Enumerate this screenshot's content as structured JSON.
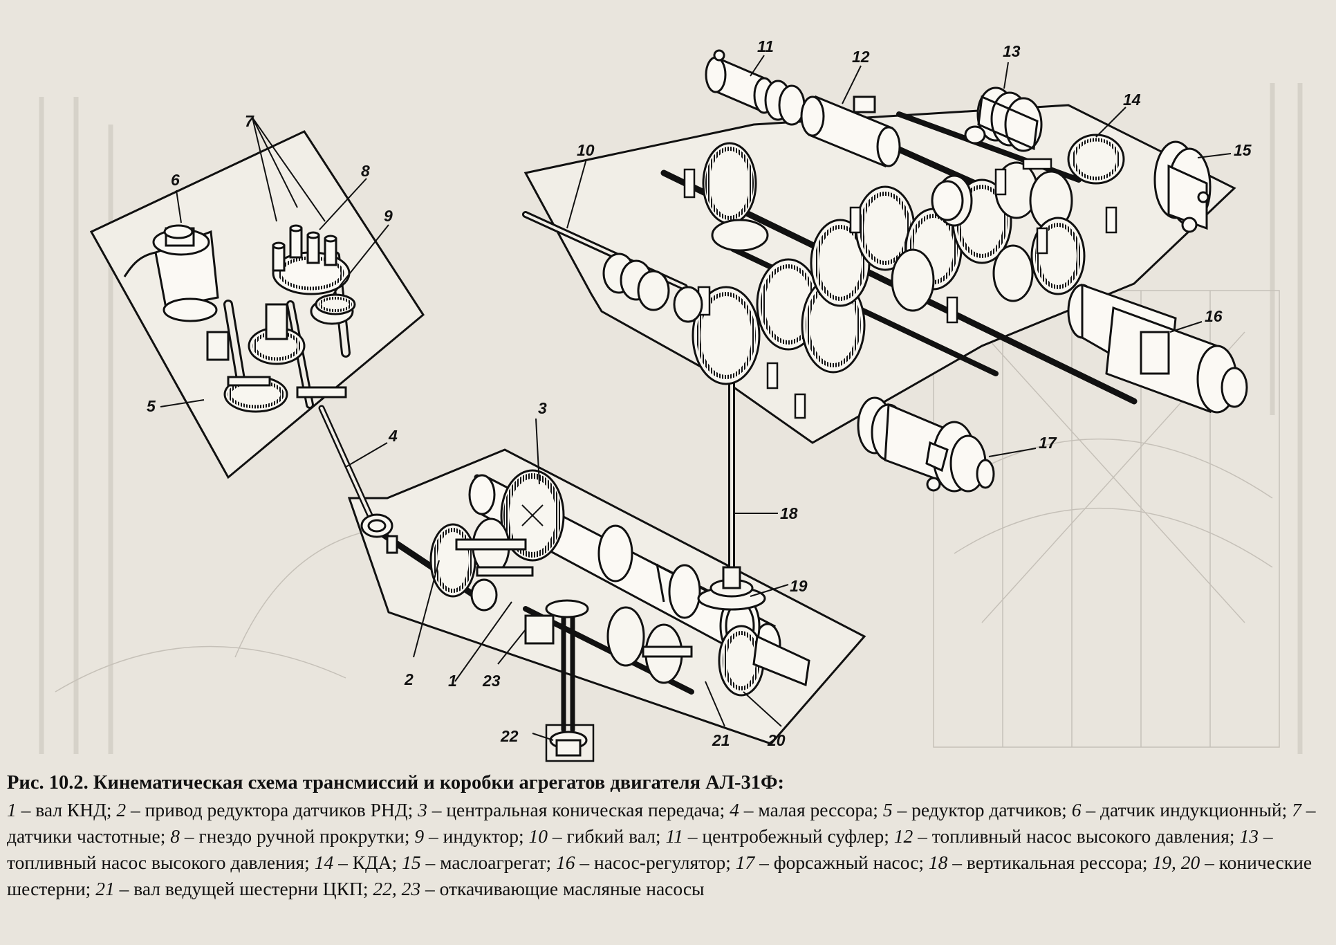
{
  "figure": {
    "caption_title": "Рис. 10.2. Кинематическая схема трансмиссий и коробки агрегатов двигателя АЛ-31Ф:",
    "legend": [
      {
        "num": "1",
        "text": " – вал КНД; "
      },
      {
        "num": "2",
        "text": " – привод редуктора датчиков РНД; "
      },
      {
        "num": "3",
        "text": " – центральная коническая передача; "
      },
      {
        "num": "4",
        "text": " – малая рессора; "
      },
      {
        "num": "5",
        "text": " – редуктор датчиков; "
      },
      {
        "num": "6",
        "text": " – датчик индукционный; "
      },
      {
        "num": "7",
        "text": " – датчики частотные; "
      },
      {
        "num": "8",
        "text": " – гнездо ручной прокрутки; "
      },
      {
        "num": "9",
        "text": " – индуктор; "
      },
      {
        "num": "10",
        "text": " – гибкий вал; "
      },
      {
        "num": "11",
        "text": " – центробежный суфлер; "
      },
      {
        "num": "12",
        "text": " – топливный насос высокого давления; "
      },
      {
        "num": "13",
        "text": " – топливный насос высокого давления; "
      },
      {
        "num": "14",
        "text": " – КДА; "
      },
      {
        "num": "15",
        "text": " – маслоагрегат; "
      },
      {
        "num": "16",
        "text": " – насос-регулятор; "
      },
      {
        "num": "17",
        "text": " – форсажный насос; "
      },
      {
        "num": "18",
        "text": " – вертикальная рессора; "
      },
      {
        "num": "19, 20",
        "text": " – конические шестерни; "
      },
      {
        "num": "21",
        "text": " – вал ведущей шестерни ЦКП; "
      },
      {
        "num": "22, 23",
        "text": " – откачивающие масляные насосы"
      }
    ]
  },
  "callouts": {
    "n1": "1",
    "n2": "2",
    "n3": "3",
    "n4": "4",
    "n5": "5",
    "n6": "6",
    "n7": "7",
    "n8": "8",
    "n9": "9",
    "n10": "10",
    "n11": "11",
    "n12": "12",
    "n13": "13",
    "n14": "14",
    "n15": "15",
    "n16": "16",
    "n17": "17",
    "n18": "18",
    "n19": "19",
    "n20": "20",
    "n21": "21",
    "n22": "22",
    "n23": "23"
  },
  "colors": {
    "paper": "#e9e5dd",
    "ink": "#111111",
    "bleed": "#b9b4ab"
  }
}
